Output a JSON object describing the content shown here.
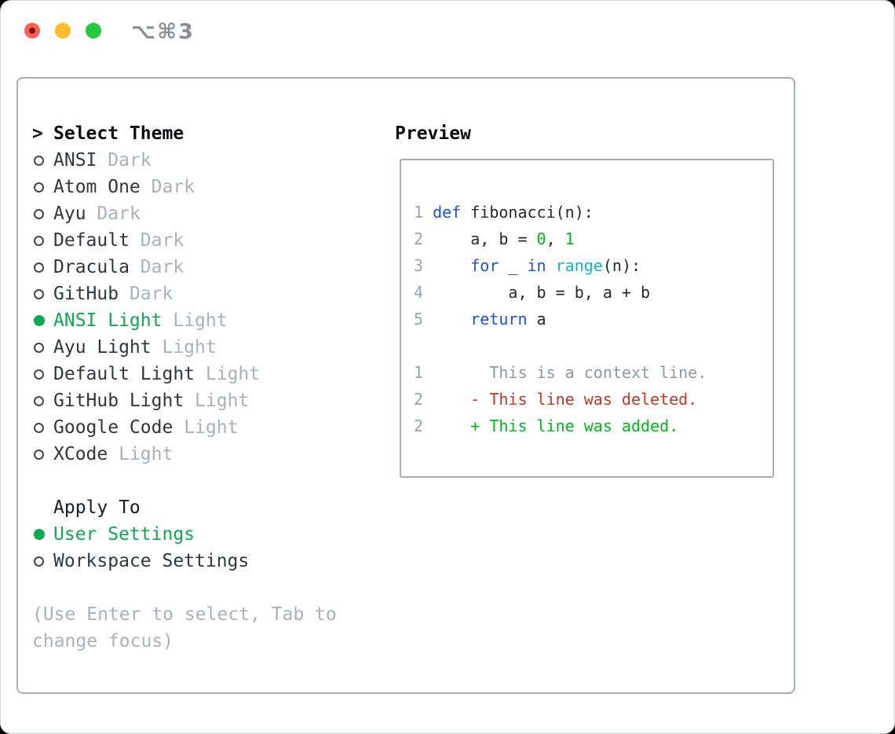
{
  "window": {
    "title": "⌥⌘3"
  },
  "colors": {
    "traffic-red": "#ff5f57",
    "traffic-yellow": "#febc2e",
    "traffic-green": "#28c840",
    "unsaved-dot": "#7e130e",
    "title-gray": "#8b8f95",
    "border-gray": "#a7aeb8",
    "green-ui": "#12a750",
    "green-code": "#00b81e",
    "blue-kw": "#1d51db",
    "cyan-fn": "#16b4cc",
    "red-del": "#c23529",
    "dark-text": "#24292f",
    "gray-tag": "#a9b1bd",
    "gray-hint": "#a9b1bd",
    "gray-ln": "#9aa3af",
    "gray-ctx": "#8e96a0"
  },
  "theme_list": {
    "prompt": ">",
    "header": "Select Theme",
    "items": [
      {
        "name": "ANSI",
        "tag": "Dark",
        "selected": false
      },
      {
        "name": "Atom One",
        "tag": "Dark",
        "selected": false
      },
      {
        "name": "Ayu",
        "tag": "Dark",
        "selected": false
      },
      {
        "name": "Default",
        "tag": "Dark",
        "selected": false
      },
      {
        "name": "Dracula",
        "tag": "Dark",
        "selected": false
      },
      {
        "name": "GitHub",
        "tag": "Dark",
        "selected": false
      },
      {
        "name": "ANSI Light",
        "tag": "Light",
        "selected": true
      },
      {
        "name": "Ayu Light",
        "tag": "Light",
        "selected": false
      },
      {
        "name": "Default Light",
        "tag": "Light",
        "selected": false
      },
      {
        "name": "GitHub Light",
        "tag": "Light",
        "selected": false
      },
      {
        "name": "Google Code",
        "tag": "Light",
        "selected": false
      },
      {
        "name": "XCode",
        "tag": "Light",
        "selected": false
      }
    ]
  },
  "apply_to": {
    "header": "Apply To",
    "options": [
      {
        "name": "User Settings",
        "selected": true
      },
      {
        "name": "Workspace Settings",
        "selected": false
      }
    ]
  },
  "hint": "(Use Enter to select, Tab to change focus)",
  "preview": {
    "header": "Preview",
    "code_lines": [
      {
        "num": "1",
        "tokens": [
          {
            "c": "kw",
            "t": "def"
          },
          {
            "c": "pl",
            "t": " fibonacci(n):"
          }
        ]
      },
      {
        "num": "2",
        "tokens": [
          {
            "c": "pl",
            "t": "    a, b = "
          },
          {
            "c": "num",
            "t": "0"
          },
          {
            "c": "pl",
            "t": ", "
          },
          {
            "c": "num",
            "t": "1"
          }
        ]
      },
      {
        "num": "3",
        "tokens": [
          {
            "c": "pl",
            "t": "    "
          },
          {
            "c": "kw",
            "t": "for"
          },
          {
            "c": "pl",
            "t": " _ "
          },
          {
            "c": "kw",
            "t": "in"
          },
          {
            "c": "pl",
            "t": " "
          },
          {
            "c": "fn",
            "t": "range"
          },
          {
            "c": "pl",
            "t": "(n):"
          }
        ]
      },
      {
        "num": "4",
        "tokens": [
          {
            "c": "pl",
            "t": "        a, b = b, a + b"
          }
        ]
      },
      {
        "num": "5",
        "tokens": [
          {
            "c": "pl",
            "t": "    "
          },
          {
            "c": "kw",
            "t": "return"
          },
          {
            "c": "pl",
            "t": " a"
          }
        ]
      }
    ],
    "diff_lines": [
      {
        "num": "1",
        "tokens": [
          {
            "c": "ctx",
            "t": "      This is a context line."
          }
        ]
      },
      {
        "num": "2",
        "tokens": [
          {
            "c": "del",
            "t": "    - This line was deleted."
          }
        ]
      },
      {
        "num": "2",
        "tokens": [
          {
            "c": "add",
            "t": "    + This line was added."
          }
        ]
      }
    ]
  }
}
